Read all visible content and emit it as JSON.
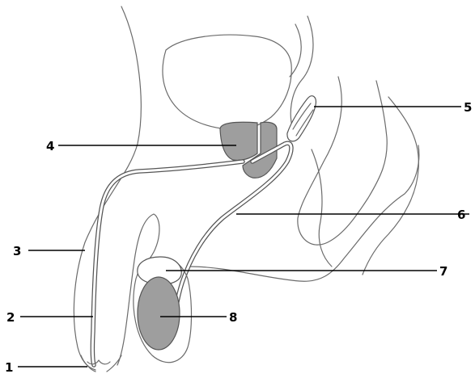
{
  "labels": [
    "1",
    "2",
    "3",
    "4",
    "5",
    "6",
    "7",
    "8"
  ],
  "colors": {
    "line": "#6b6b6b",
    "organ_fill": "#9e9e9e",
    "leader": "#000000"
  }
}
